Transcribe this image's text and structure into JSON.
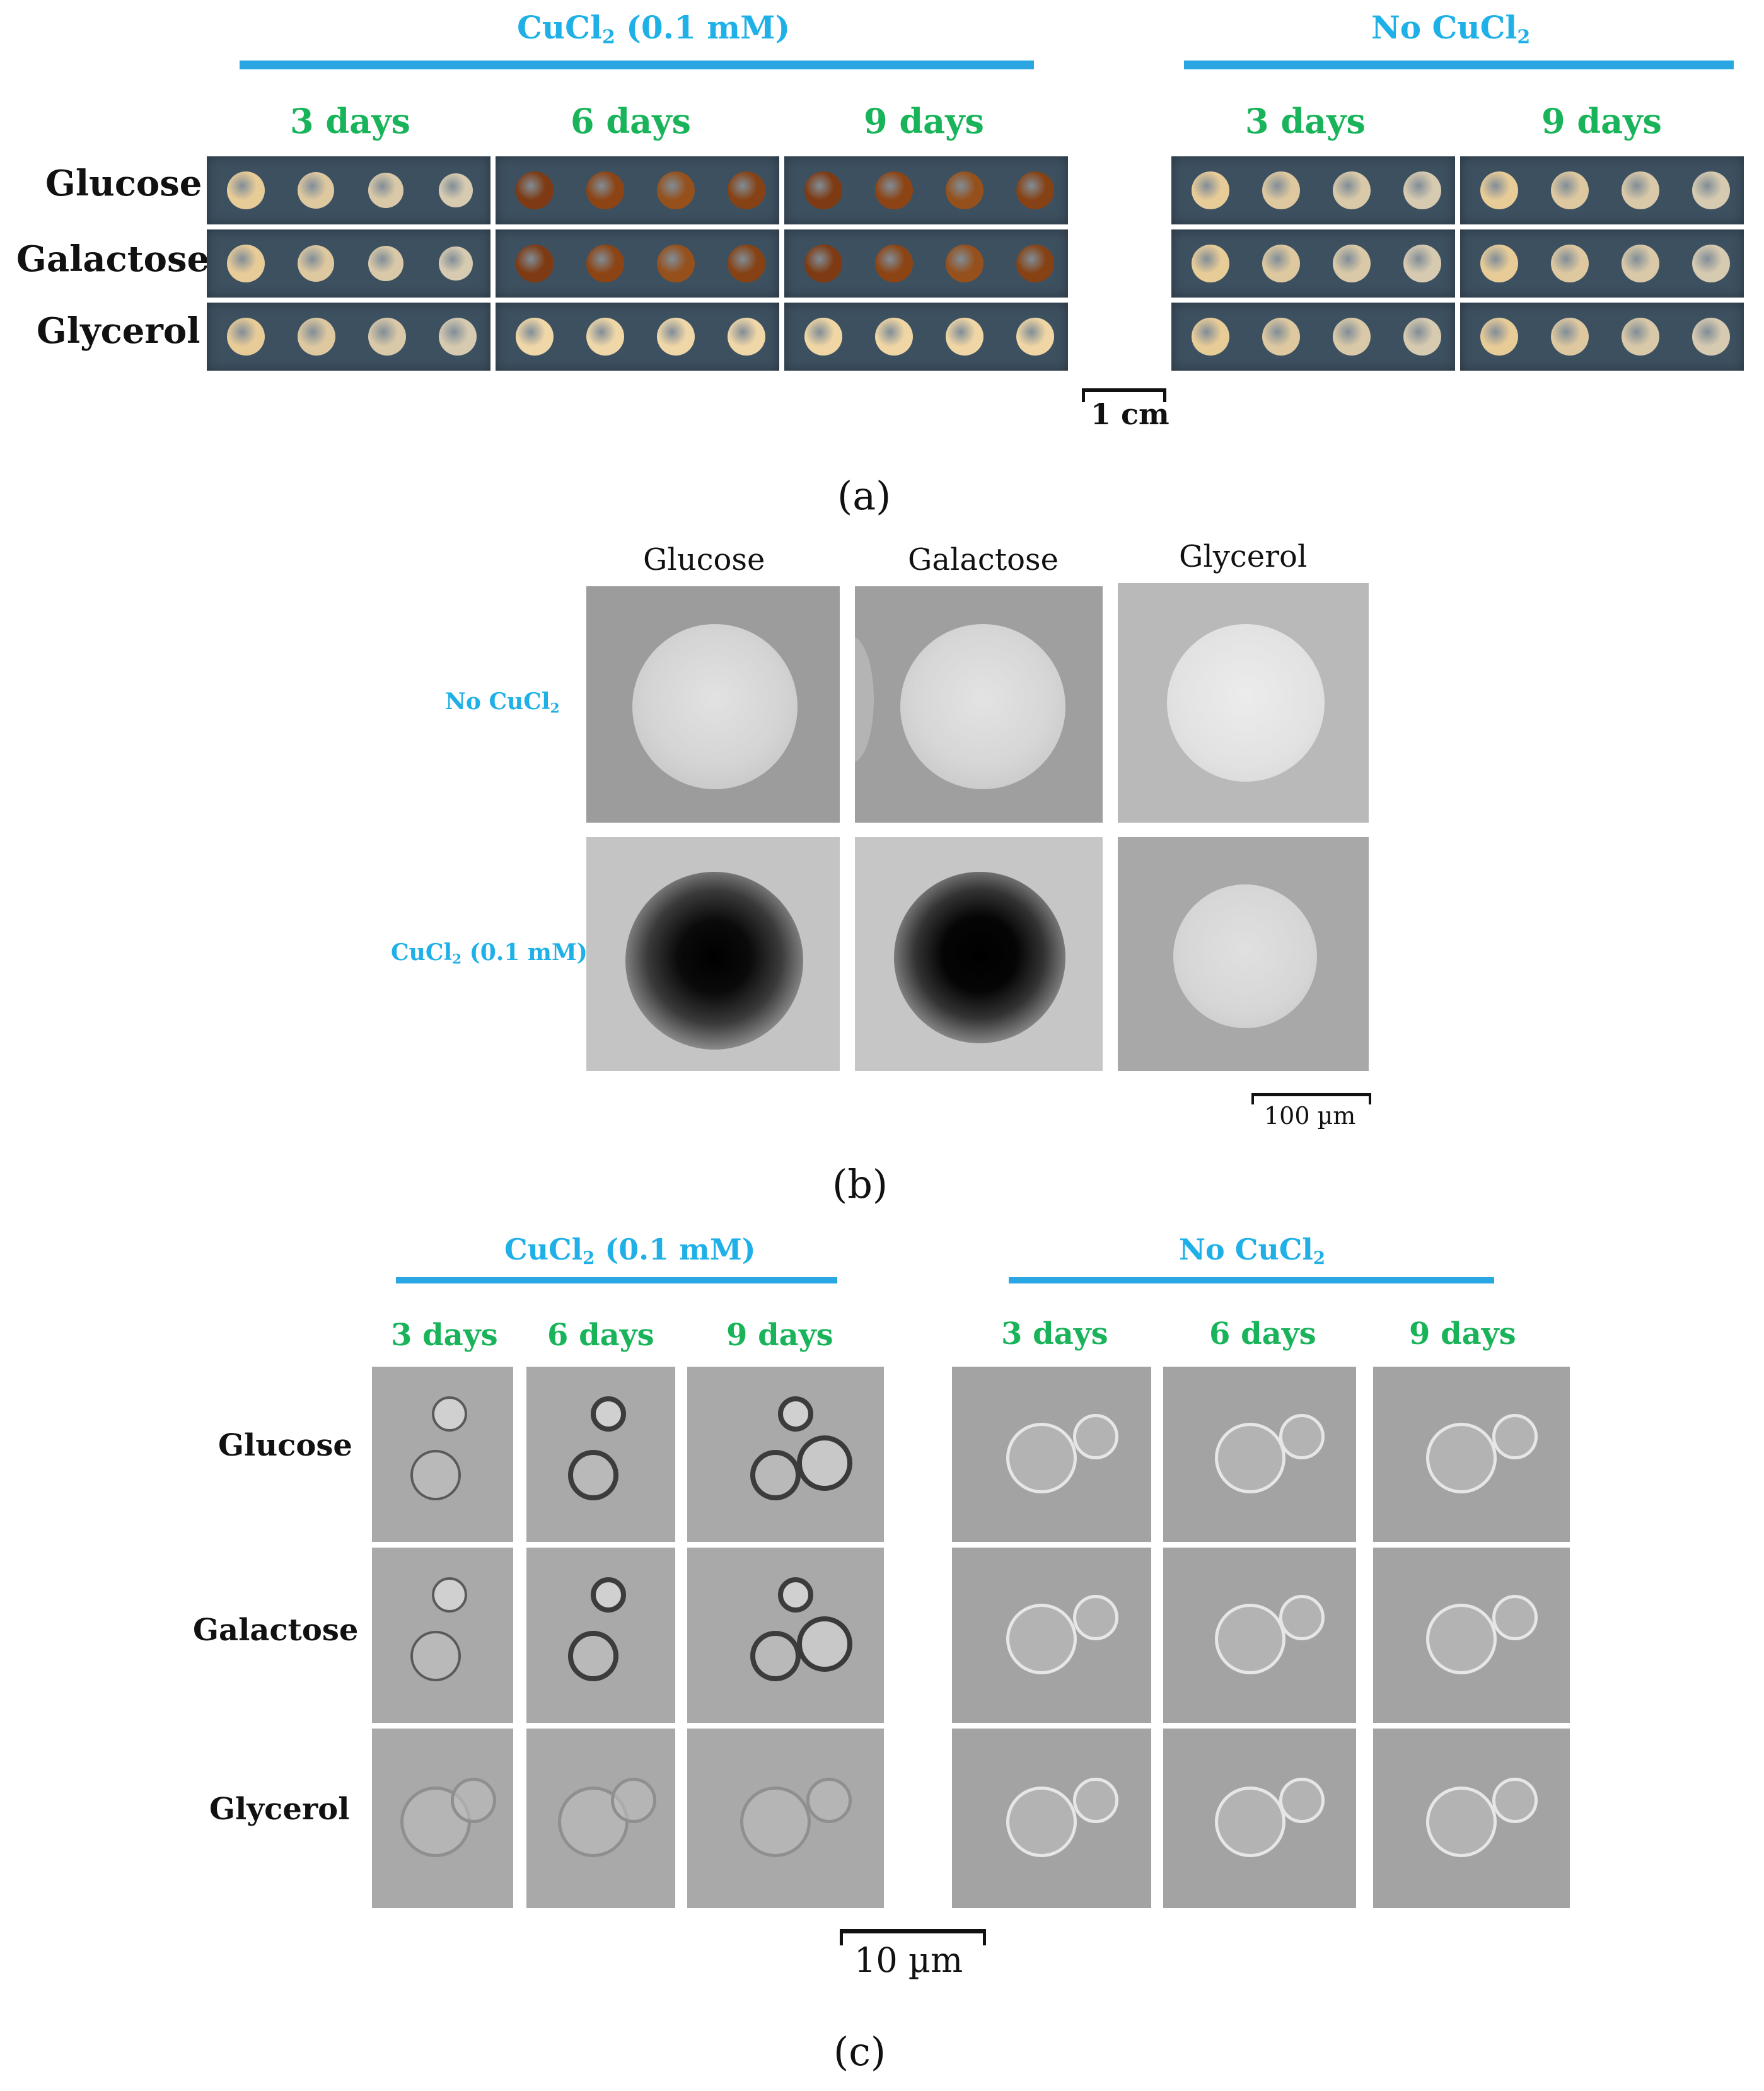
{
  "panel_a": {
    "group_cucl2": {
      "prefix": "CuCl",
      "sub": "2",
      "suffix": " (0.1 mM)"
    },
    "group_no": {
      "prefix": "No CuCl",
      "sub": "2",
      "suffix": ""
    },
    "days_cu": [
      "3 days",
      "6 days",
      "9 days"
    ],
    "days_no": [
      "3 days",
      "9 days"
    ],
    "rows": [
      "Glucose",
      "Galactose",
      "Glycerol"
    ],
    "scale": "1 cm",
    "label": "(a)",
    "colors": {
      "plate": "#3d5060",
      "beige": "#e6c890",
      "brown": "#8a3d10"
    }
  },
  "panel_b": {
    "cols": [
      "Glucose",
      "Galactose",
      "Glycerol"
    ],
    "row_no": {
      "prefix": "No CuCl",
      "sub": "2",
      "suffix": ""
    },
    "row_cu": {
      "prefix": "CuCl",
      "sub": "2",
      "suffix": " (0.1 mM)"
    },
    "scale": "100 µm",
    "label": "(b)"
  },
  "panel_c": {
    "group_cucl2": {
      "prefix": "CuCl",
      "sub": "2",
      "suffix": " (0.1 mM)"
    },
    "group_no": {
      "prefix": "No CuCl",
      "sub": "2",
      "suffix": ""
    },
    "days_cu": [
      "3 days",
      "6 days",
      "9 days"
    ],
    "days_no": [
      "3 days",
      "6 days",
      "9 days"
    ],
    "rows": [
      "Glucose",
      "Galactose",
      "Glycerol"
    ],
    "scale": "10 µm",
    "label": "(c)"
  }
}
